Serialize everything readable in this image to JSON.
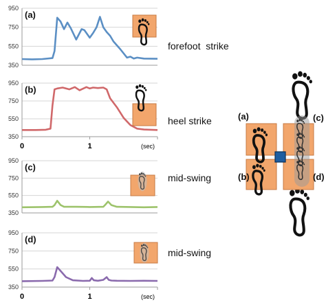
{
  "chart_data": [
    {
      "type": "line",
      "panel_label": "(a)",
      "caption": "forefoot  strike",
      "color": "#5b8fc4",
      "ylim": [
        350,
        950
      ],
      "yticks": [
        "950",
        "750",
        "550",
        "350"
      ],
      "xlim": [
        0,
        2
      ],
      "series": [
        {
          "x": [
            0,
            0.15,
            0.3,
            0.45,
            0.48,
            0.52,
            0.57,
            0.62,
            0.67,
            0.72,
            0.8,
            0.88,
            0.92,
            1.0,
            1.05,
            1.1,
            1.15,
            1.2,
            1.25,
            1.3,
            1.35,
            1.45,
            1.55,
            1.6,
            1.65,
            1.7,
            1.8,
            2.0
          ],
          "values": [
            415,
            412,
            415,
            425,
            500,
            850,
            810,
            730,
            800,
            740,
            620,
            730,
            720,
            640,
            690,
            750,
            860,
            750,
            700,
            660,
            600,
            520,
            430,
            440,
            420,
            430,
            420,
            418
          ]
        }
      ]
    },
    {
      "type": "line",
      "panel_label": "(b)",
      "caption": "heel strike",
      "color": "#d0686a",
      "ylim": [
        350,
        950
      ],
      "yticks": [
        "950",
        "750",
        "550",
        "350"
      ],
      "xticks": [
        "0",
        "1",
        "(sec)"
      ],
      "xlim": [
        0,
        2
      ],
      "series": [
        {
          "x": [
            0,
            0.2,
            0.35,
            0.42,
            0.45,
            0.48,
            0.52,
            0.6,
            0.7,
            0.78,
            0.85,
            0.95,
            1.0,
            1.05,
            1.12,
            1.2,
            1.25,
            1.3,
            1.4,
            1.5,
            1.6,
            1.7,
            1.8,
            2.0
          ],
          "values": [
            425,
            425,
            428,
            440,
            700,
            880,
            890,
            900,
            880,
            905,
            870,
            905,
            890,
            900,
            895,
            900,
            880,
            780,
            680,
            560,
            480,
            440,
            430,
            425
          ]
        }
      ]
    },
    {
      "type": "line",
      "panel_label": "(c)",
      "caption": "mid-swing",
      "color": "#9dc36b",
      "ylim": [
        350,
        950
      ],
      "yticks": [
        "950",
        "750",
        "550",
        "350"
      ],
      "xlim": [
        0,
        2
      ],
      "series": [
        {
          "x": [
            0,
            0.3,
            0.45,
            0.48,
            0.52,
            0.57,
            0.62,
            0.8,
            1.0,
            1.2,
            1.23,
            1.27,
            1.32,
            1.4,
            1.6,
            1.8,
            2.0
          ],
          "values": [
            415,
            418,
            420,
            440,
            490,
            440,
            420,
            420,
            418,
            420,
            445,
            480,
            440,
            420,
            418,
            415,
            418
          ]
        }
      ]
    },
    {
      "type": "line",
      "panel_label": "(d)",
      "caption": "mid-swing",
      "color": "#8a6aad",
      "ylim": [
        350,
        950
      ],
      "yticks": [
        "950",
        "750",
        "550",
        "350"
      ],
      "xticks": [
        "0",
        "1",
        "(sec)"
      ],
      "xlim": [
        0,
        2
      ],
      "series": [
        {
          "x": [
            0,
            0.3,
            0.45,
            0.48,
            0.52,
            0.58,
            0.65,
            0.75,
            0.9,
            1.0,
            1.03,
            1.06,
            1.12,
            1.2,
            1.25,
            1.28,
            1.32,
            1.4,
            1.6,
            1.8,
            2.0
          ],
          "values": [
            415,
            418,
            422,
            460,
            570,
            520,
            460,
            425,
            418,
            420,
            450,
            425,
            420,
            430,
            460,
            430,
            422,
            420,
            418,
            420,
            418
          ]
        }
      ]
    }
  ],
  "sensor_diagram": {
    "labels": [
      "(a)",
      "(b)",
      "(c)",
      "(d)"
    ],
    "pad_color": "#f2a66c",
    "center_color": "#1f5ea0"
  }
}
